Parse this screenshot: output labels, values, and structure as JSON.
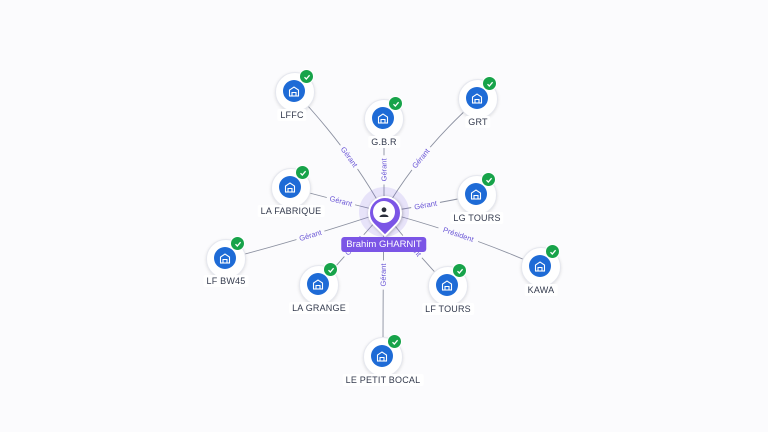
{
  "center": {
    "name": "Brahim GHARNIT",
    "icon": "person-icon"
  },
  "companies": [
    {
      "name": "LFFC",
      "relation": "Gérant",
      "status": "verified"
    },
    {
      "name": "G.B.R",
      "relation": "Gérant",
      "status": "verified"
    },
    {
      "name": "GRT",
      "relation": "Gérant",
      "status": "verified"
    },
    {
      "name": "LA FABRIQUE",
      "relation": "Gérant",
      "status": "verified"
    },
    {
      "name": "LG TOURS",
      "relation": "Gérant",
      "status": "verified"
    },
    {
      "name": "LF BW45",
      "relation": "Gérant",
      "status": "verified"
    },
    {
      "name": "KAWA",
      "relation": "Président",
      "status": "verified"
    },
    {
      "name": "LA GRANGE",
      "relation": "Gérant",
      "status": "verified"
    },
    {
      "name": "LF TOURS",
      "relation": "Gérant",
      "status": "verified"
    },
    {
      "name": "LE PETIT BOCAL",
      "relation": "Gérant",
      "status": "verified"
    }
  ],
  "colors": {
    "accent": "#7b55e6",
    "company_icon": "#1e6bd6",
    "verified": "#17a34a",
    "edge": "#8b90a0",
    "edge_label": "#6a56d6"
  }
}
